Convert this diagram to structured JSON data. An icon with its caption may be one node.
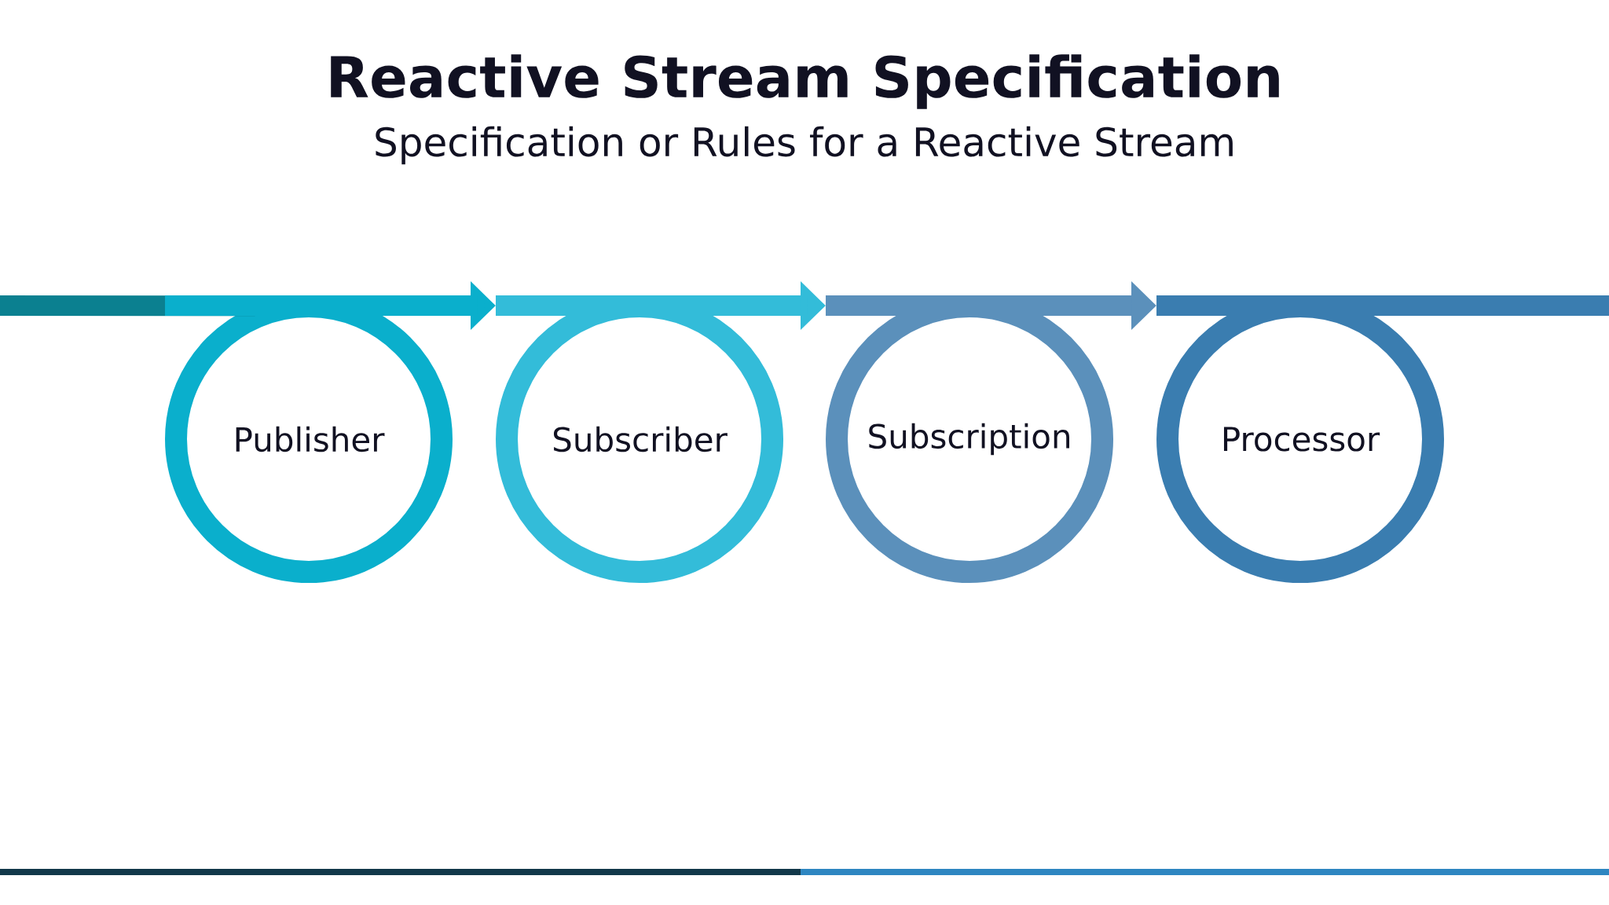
{
  "diagram": {
    "title": "Reactive Stream Specification",
    "caption": "Specification or Rules for a Reactive Stream",
    "nodes": [
      {
        "text": [
          "Publisher"
        ]
      },
      {
        "text": [
          "Subscriber"
        ]
      },
      {
        "text": [
          "Subscription"
        ]
      },
      {
        "text": [
          "Processor"
        ]
      }
    ],
    "edges": [
      {
        "from": null,
        "to": 0,
        "arrow": "none"
      },
      {
        "from": 0,
        "to": 1,
        "arrow": "to"
      },
      {
        "from": 1,
        "to": 2,
        "arrow": "to"
      },
      {
        "from": 2,
        "to": 3,
        "arrow": "to"
      },
      {
        "from": 3,
        "to": null,
        "arrow": "none"
      }
    ]
  }
}
